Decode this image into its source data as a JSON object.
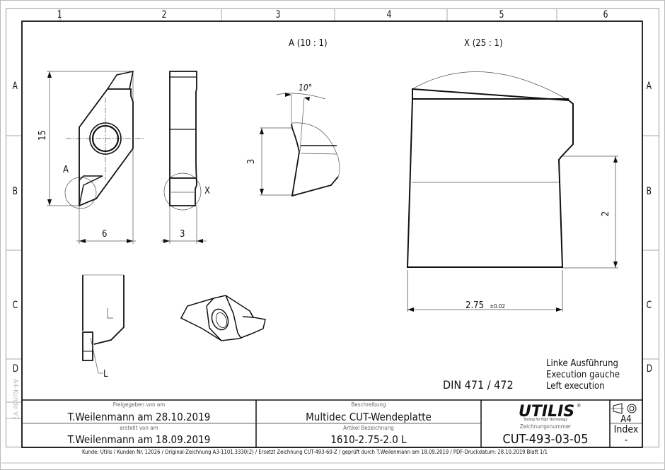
{
  "frame": {
    "columns": [
      "1",
      "2",
      "3",
      "4",
      "5",
      "6"
    ],
    "rows": [
      "A",
      "B",
      "C",
      "D"
    ],
    "template_version": "A4-Kunde V7"
  },
  "views": {
    "detail_a": {
      "label": "A (10 : 1)",
      "angle": "10°",
      "height_dim": "3"
    },
    "detail_x": {
      "label": "X (25 : 1)",
      "width_dim": "2.75",
      "width_tol": "±0.02",
      "height_dim": "2"
    },
    "front_view": {
      "height_dim": "15",
      "width_dim": "6",
      "detail_marker": "A"
    },
    "side_view": {
      "width_dim": "3",
      "detail_marker": "X"
    },
    "holder_view": {
      "hand_mark": "L",
      "callout": "L"
    }
  },
  "notes": {
    "standard": "DIN 471 / 472",
    "execution_de": "Linke Ausführung",
    "execution_fr": "Execution gauche",
    "execution_en": "Left execution"
  },
  "title_block": {
    "approved_label": "Freigegeben von am",
    "approved_value": "T.Weilenmann am 28.10.2019",
    "created_label": "erstellt von am",
    "created_value": "T.Weilenmann am 18.09.2019",
    "description_label": "Beschreibung",
    "description_value": "Multidec CUT-Wendeplatte",
    "article_label": "Artikel Bezeichnung",
    "article_value": "1610-2.75-2.0 L",
    "logo": "UTILIS",
    "logo_reg": "®",
    "logo_tagline": "Tooling for High Technology",
    "drawing_no_label": "Zeichnungsnummer",
    "drawing_no_value": "CUT-493-03-05",
    "format": "A4",
    "index_label": "Index",
    "index_value": "-"
  },
  "footer": {
    "text": "Kunde: Utilis / Kunden Nr. 12026 /  Original-Zeichnung A3-1101.3330(2)    /    Ersetzt Zeichnung CUT-493-60-Z / geprüft durch T.Weilenmann am 18.09.2019 / PDF-Druckdatum: 28.10.2019  Blatt 1/1"
  }
}
